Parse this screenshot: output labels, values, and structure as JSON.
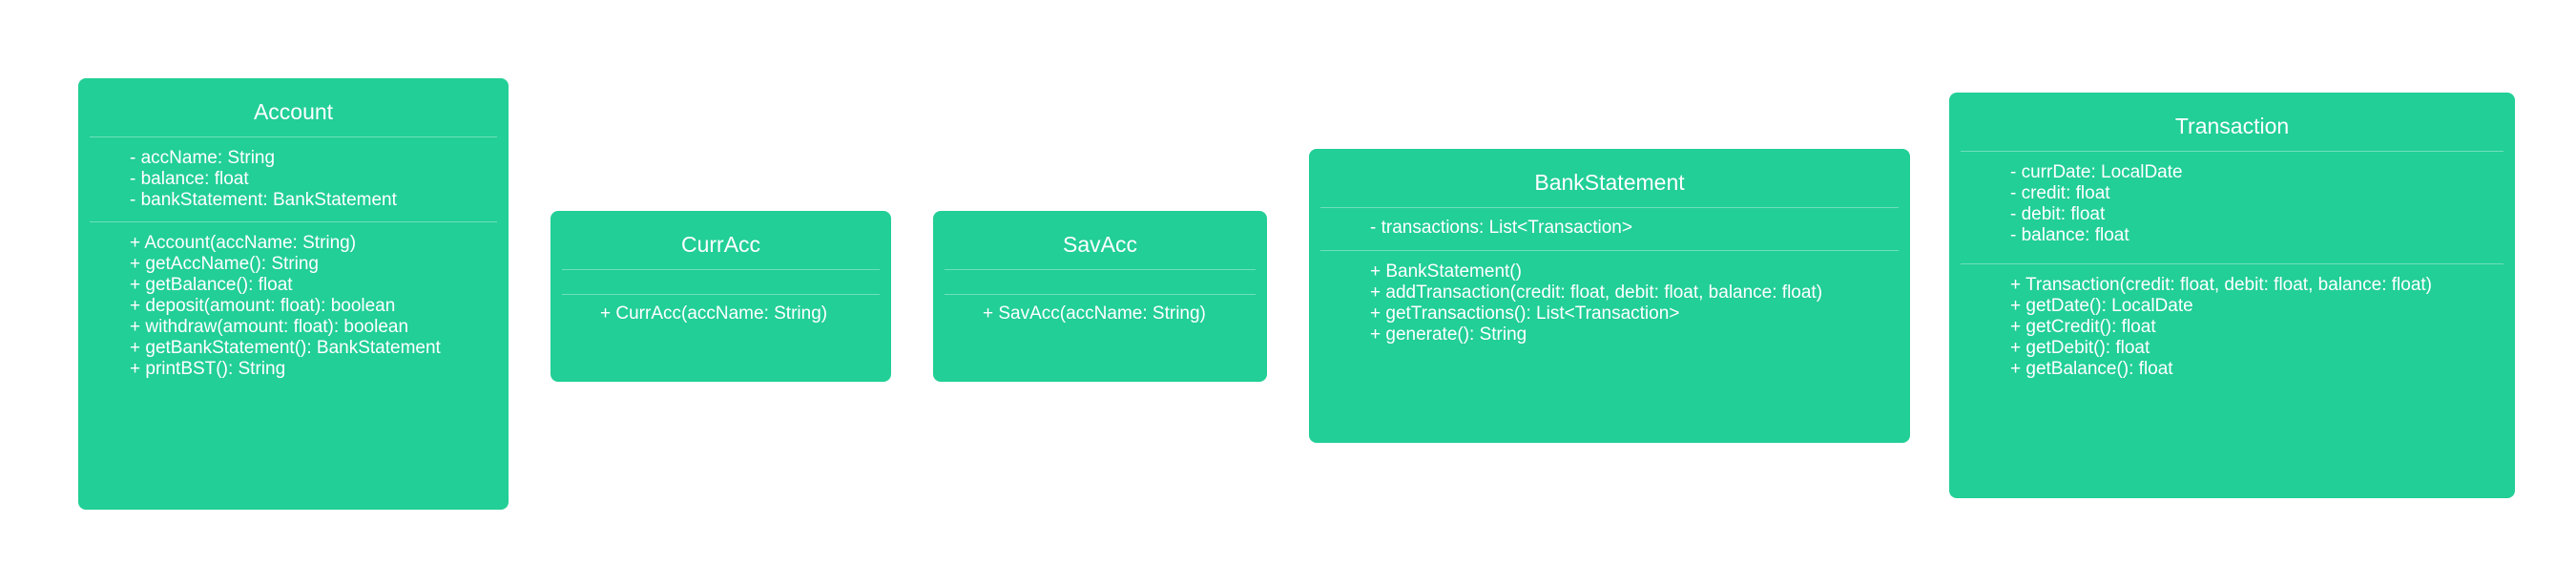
{
  "diagram": {
    "classes": [
      {
        "id": "account",
        "name": "Account",
        "attributes": [
          "- accName: String",
          "- balance: float",
          "- bankStatement: BankStatement"
        ],
        "methods": [
          "+ Account(accName: String)",
          "+ getAccName(): String",
          "+ getBalance(): float",
          "+ deposit(amount: float): boolean",
          "+ withdraw(amount: float): boolean",
          "+ getBankStatement(): BankStatement",
          "+ printBST(): String"
        ]
      },
      {
        "id": "curracc",
        "name": "CurrAcc",
        "attributes": [],
        "methods": [
          "+ CurrAcc(accName: String)"
        ]
      },
      {
        "id": "savacc",
        "name": "SavAcc",
        "attributes": [],
        "methods": [
          "+ SavAcc(accName: String)"
        ]
      },
      {
        "id": "bankstatement",
        "name": "BankStatement",
        "attributes": [
          "- transactions: List<Transaction>"
        ],
        "methods": [
          "+ BankStatement()",
          "+ addTransaction(credit: float, debit: float, balance: float)",
          "+ getTransactions(): List<Transaction>",
          "+ generate(): String"
        ]
      },
      {
        "id": "transaction",
        "name": "Transaction",
        "attributes": [
          "- currDate: LocalDate",
          "- credit: float",
          "- debit: float",
          "- balance: float"
        ],
        "methods": [
          "+ Transaction(credit: float, debit: float, balance: float)",
          "+ getDate(): LocalDate",
          "+ getCredit(): float",
          "+ getDebit(): float",
          "+ getBalance(): float"
        ]
      }
    ]
  },
  "colors": {
    "class_fill": "#22cf96",
    "text": "#ffffff",
    "background": "#ffffff"
  }
}
